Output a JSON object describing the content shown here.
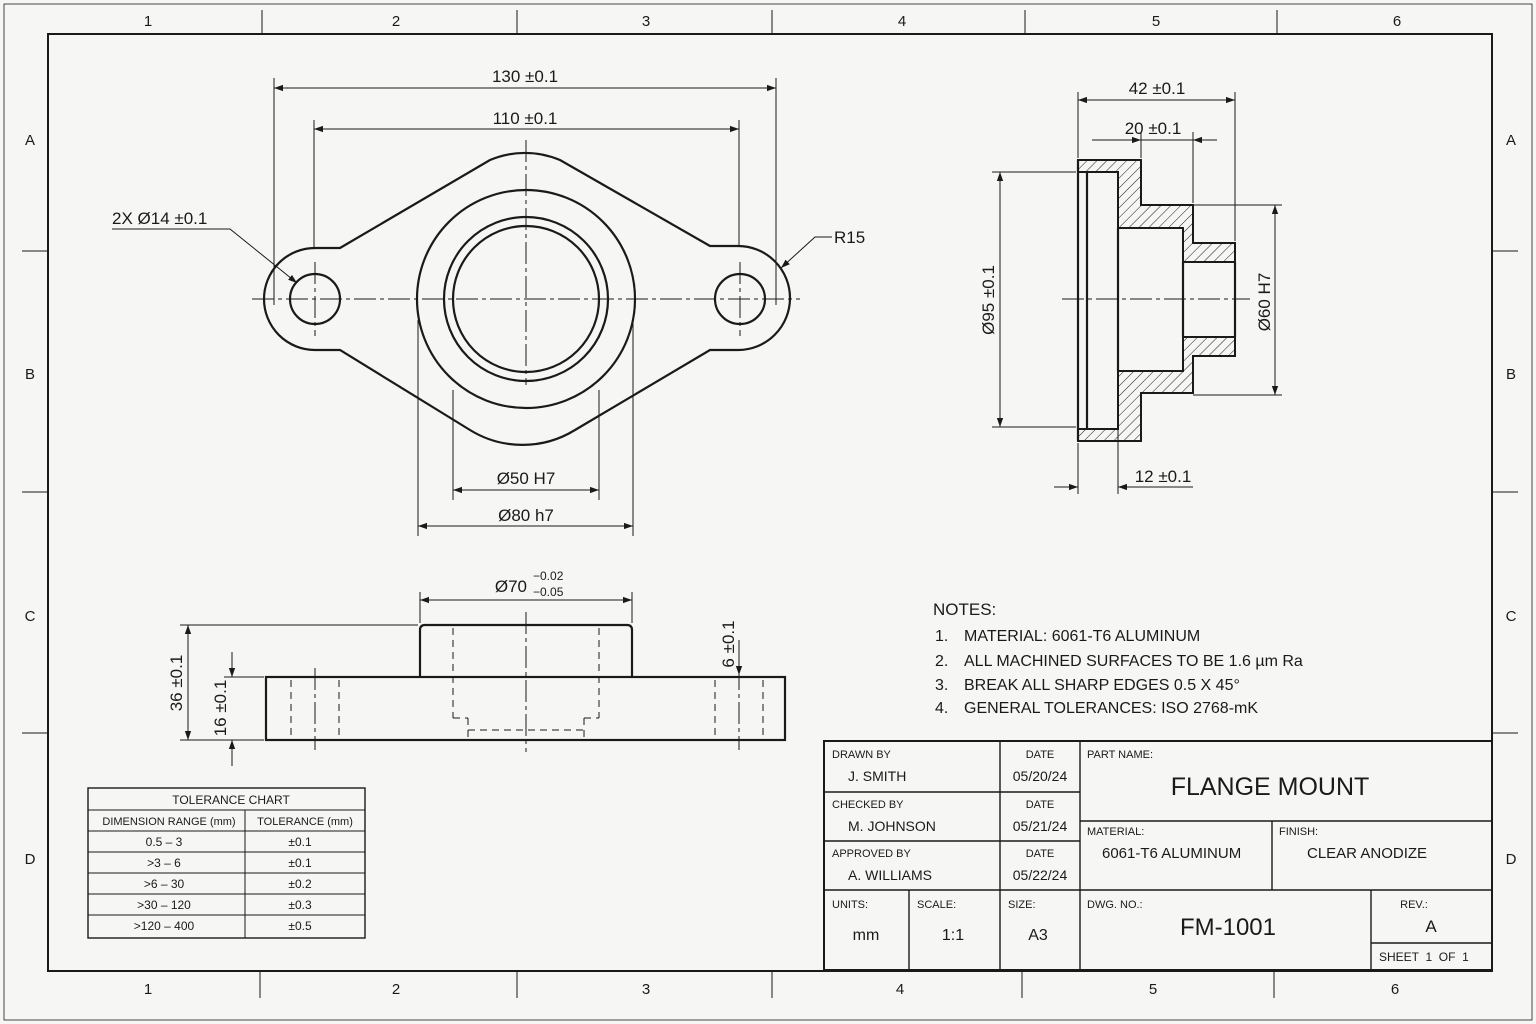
{
  "grid": {
    "columns": [
      "1",
      "2",
      "3",
      "4",
      "5",
      "6"
    ],
    "rows": [
      "A",
      "B",
      "C",
      "D"
    ]
  },
  "dimensions": {
    "top_view": {
      "overall_width": "130 ±0.1",
      "hole_spacing": "110 ±0.1",
      "holes": "2X Ø14 ±0.1",
      "radius": "R15",
      "bore": "Ø50 H7",
      "boss": "Ø80 h7"
    },
    "section_view": {
      "overall_depth": "42 ±0.1",
      "step_depth": "20 ±0.1",
      "flange_dia": "Ø95 ±0.1",
      "pilot_dia": "Ø60 H7",
      "flange_thk": "12 ±0.1"
    },
    "front_view": {
      "boss_dia": "Ø70",
      "boss_tol_upper": "−0.02",
      "boss_tol_lower": "−0.05",
      "total_height": "36 ±0.1",
      "base_height": "16 ±0.1",
      "counterbore": "6 ±0.1"
    }
  },
  "notes": {
    "title": "NOTES:",
    "items": [
      {
        "num": "1.",
        "text": "MATERIAL: 6061-T6 ALUMINUM"
      },
      {
        "num": "2.",
        "text": "ALL MACHINED SURFACES TO BE 1.6 µm Ra"
      },
      {
        "num": "3.",
        "text": "BREAK ALL SHARP EDGES 0.5 X 45°"
      },
      {
        "num": "4.",
        "text": "GENERAL TOLERANCES: ISO 2768-mK"
      }
    ]
  },
  "tolerance_chart": {
    "title": "TOLERANCE CHART",
    "headers": [
      "DIMENSION RANGE (mm)",
      "TOLERANCE (mm)"
    ],
    "rows": [
      [
        "0.5 – 3",
        "±0.1"
      ],
      [
        ">3 – 6",
        "±0.1"
      ],
      [
        ">6 – 30",
        "±0.2"
      ],
      [
        ">30 – 120",
        "±0.3"
      ],
      [
        ">120 – 400",
        "±0.5"
      ]
    ]
  },
  "title_block": {
    "drawn_by_label": "DRAWN BY",
    "drawn_by": "J. SMITH",
    "drawn_date_label": "DATE",
    "drawn_date": "05/20/24",
    "checked_by_label": "CHECKED BY",
    "checked_by": "M. JOHNSON",
    "checked_date_label": "DATE",
    "checked_date": "05/21/24",
    "approved_by_label": "APPROVED BY",
    "approved_by": "A. WILLIAMS",
    "approved_date_label": "DATE",
    "approved_date": "05/22/24",
    "part_name_label": "PART NAME:",
    "part_name": "FLANGE MOUNT",
    "material_label": "MATERIAL:",
    "material": "6061-T6 ALUMINUM",
    "finish_label": "FINISH:",
    "finish": "CLEAR ANODIZE",
    "units_label": "UNITS:",
    "units": "mm",
    "scale_label": "SCALE:",
    "scale": "1:1",
    "size_label": "SIZE:",
    "size": "A3",
    "dwg_no_label": "DWG. NO.:",
    "dwg_no": "FM-1001",
    "rev_label": "REV.:",
    "rev": "A",
    "sheet": "SHEET  1  OF  1"
  }
}
